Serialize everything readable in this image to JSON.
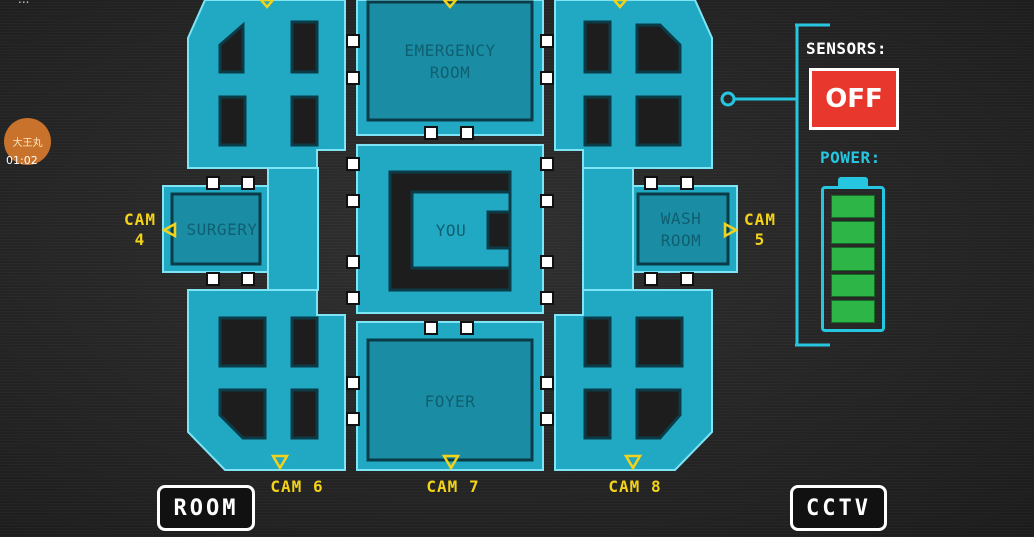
{
  "overlay": {
    "top_text": "...",
    "badge_text": "大王丸",
    "badge_time": "01:02"
  },
  "rooms": {
    "emergency_room": "EMERGENCY\nROOM",
    "surgery": "SURGERY",
    "you": "YOU",
    "wash_room": "WASH\nROOM",
    "foyer": "FOYER"
  },
  "cameras": {
    "cam4": "CAM\n4",
    "cam5": "CAM\n5",
    "cam6": "CAM 6",
    "cam7": "CAM 7",
    "cam8": "CAM 8"
  },
  "panel": {
    "sensors_title": "SENSORS:",
    "sensors_state": "OFF",
    "power_title": "POWER:",
    "power_cells": 5
  },
  "nav": {
    "room_label": "ROOM",
    "cctv_label": "CCTV"
  },
  "colors": {
    "map_fill": "#21a9c4",
    "map_line": "#0b1013",
    "accent": "#27c6e0",
    "camera": "#f2d21a",
    "sensor_off": "#e8372c",
    "battery": "#2db548"
  }
}
